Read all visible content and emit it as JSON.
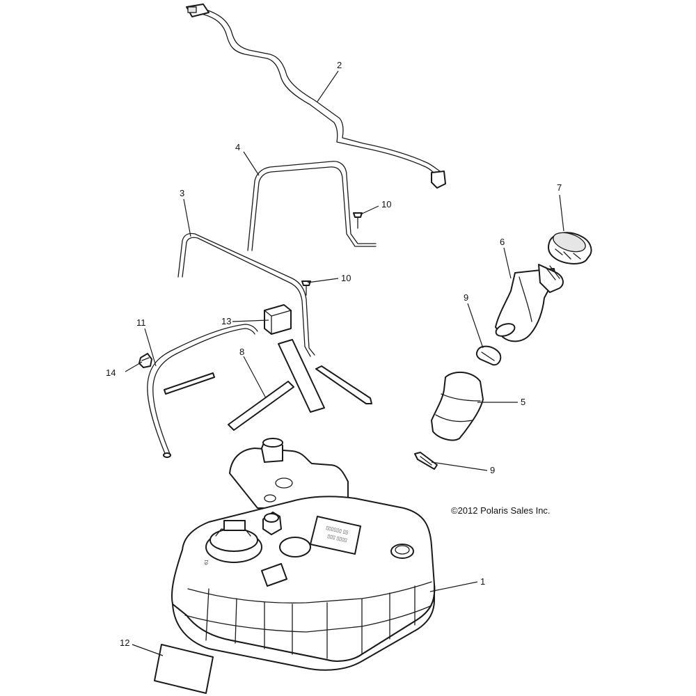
{
  "diagram": {
    "copyright": "©2012 Polaris Sales Inc.",
    "callouts": [
      {
        "id": "1",
        "label": "1"
      },
      {
        "id": "2",
        "label": "2"
      },
      {
        "id": "3",
        "label": "3"
      },
      {
        "id": "4",
        "label": "4"
      },
      {
        "id": "5",
        "label": "5"
      },
      {
        "id": "6",
        "label": "6"
      },
      {
        "id": "7",
        "label": "7"
      },
      {
        "id": "8",
        "label": "8"
      },
      {
        "id": "9a",
        "label": "9"
      },
      {
        "id": "9b",
        "label": "9"
      },
      {
        "id": "10a",
        "label": "10"
      },
      {
        "id": "10b",
        "label": "10"
      },
      {
        "id": "11",
        "label": "11"
      },
      {
        "id": "12",
        "label": "12"
      },
      {
        "id": "13",
        "label": "13"
      },
      {
        "id": "14",
        "label": "14"
      }
    ]
  }
}
